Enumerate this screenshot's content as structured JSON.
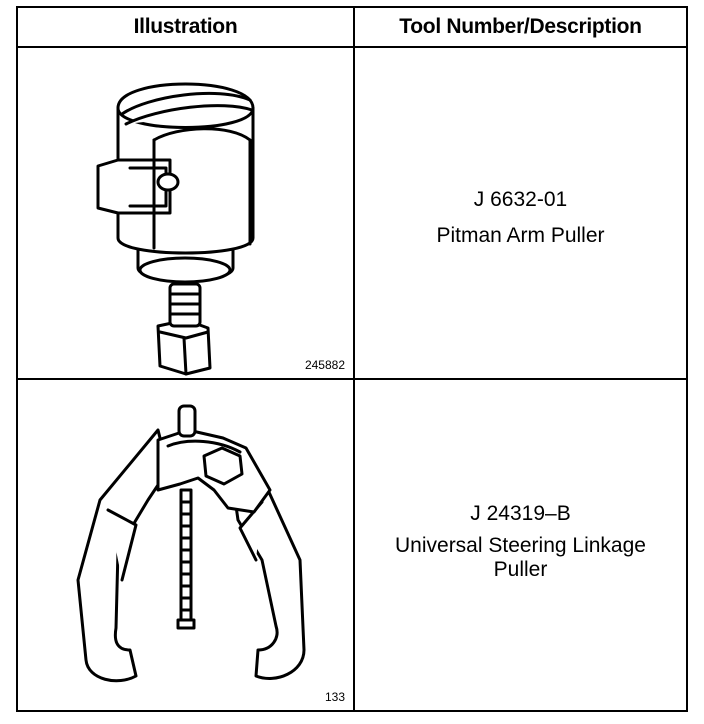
{
  "table": {
    "headers": {
      "illustration": "Illustration",
      "description": "Tool Number/Description"
    },
    "rows": [
      {
        "tool_number": "J 6632-01",
        "name": "Pitman Arm Puller",
        "figure_id": "245882",
        "icon": "pitman-arm-puller-illustration"
      },
      {
        "tool_number": "J 24319–B",
        "name": "Universal Steering Linkage Puller",
        "figure_id": "133",
        "icon": "steering-linkage-puller-illustration"
      }
    ]
  }
}
